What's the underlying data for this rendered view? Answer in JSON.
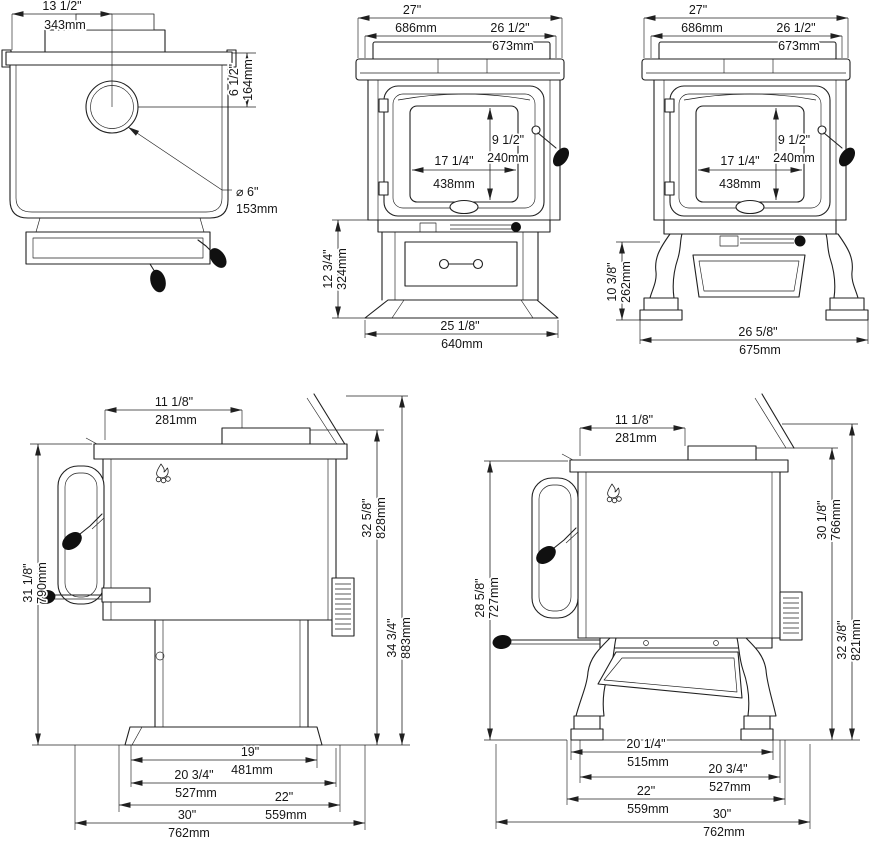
{
  "colors": {
    "line": "#202020",
    "background": "#ffffff"
  },
  "views": {
    "top": {
      "dims": {
        "flue_from_left": {
          "in": "13 1/2\"",
          "mm": "343mm"
        },
        "flue_from_back": {
          "in": "6 1/2\"",
          "mm": "164mm"
        },
        "flue_diameter": {
          "in": "⌀ 6\"",
          "mm": "153mm"
        }
      }
    },
    "front_pedestal": {
      "dims": {
        "overall_width": {
          "in": "27\"",
          "mm": "686mm"
        },
        "top_width": {
          "in": "26 1/2\"",
          "mm": "673mm"
        },
        "glass_width": {
          "in": "17 1/4\"",
          "mm": "438mm"
        },
        "glass_height": {
          "in": "9 1/2\"",
          "mm": "240mm"
        },
        "pedestal_height": {
          "in": "12 3/4\"",
          "mm": "324mm"
        },
        "base_width": {
          "in": "25 1/8\"",
          "mm": "640mm"
        }
      }
    },
    "front_legs": {
      "dims": {
        "overall_width": {
          "in": "27\"",
          "mm": "686mm"
        },
        "top_width": {
          "in": "26 1/2\"",
          "mm": "673mm"
        },
        "glass_width": {
          "in": "17 1/4\"",
          "mm": "438mm"
        },
        "glass_height": {
          "in": "9 1/2\"",
          "mm": "240mm"
        },
        "leg_height": {
          "in": "10 3/8\"",
          "mm": "262mm"
        },
        "base_width": {
          "in": "26 5/8\"",
          "mm": "675mm"
        }
      }
    },
    "side_pedestal": {
      "dims": {
        "flue_from_front": {
          "in": "11 1/8\"",
          "mm": "281mm"
        },
        "front_height": {
          "in": "31 1/8\"",
          "mm": "790mm"
        },
        "collar_height": {
          "in": "32 5/8\"",
          "mm": "828mm"
        },
        "overall_height": {
          "in": "34 3/4\"",
          "mm": "883mm"
        },
        "base_depth": {
          "in": "19\"",
          "mm": "481mm"
        },
        "body_depth": {
          "in": "20 3/4\"",
          "mm": "527mm"
        },
        "rear_depth": {
          "in": "22\"",
          "mm": "559mm"
        },
        "overall_depth": {
          "in": "30\"",
          "mm": "762mm"
        }
      }
    },
    "side_legs": {
      "dims": {
        "flue_from_front": {
          "in": "11 1/8\"",
          "mm": "281mm"
        },
        "front_height": {
          "in": "28 5/8\"",
          "mm": "727mm"
        },
        "collar_height": {
          "in": "30 1/8\"",
          "mm": "766mm"
        },
        "overall_height": {
          "in": "32 3/8\"",
          "mm": "821mm"
        },
        "leg_spread": {
          "in": "20 1/4\"",
          "mm": "515mm"
        },
        "body_depth": {
          "in": "20 3/4\"",
          "mm": "527mm"
        },
        "rear_depth": {
          "in": "22\"",
          "mm": "559mm"
        },
        "overall_depth": {
          "in": "30\"",
          "mm": "762mm"
        }
      }
    }
  }
}
